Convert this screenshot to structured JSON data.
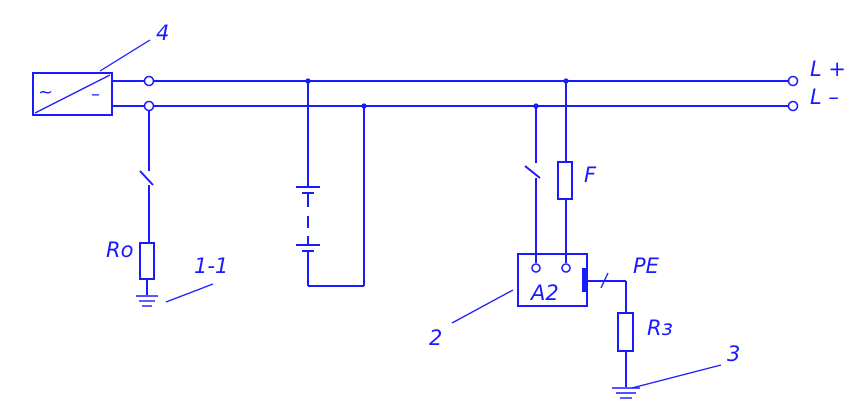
{
  "labels": {
    "converter_number": "4",
    "pos_rail": "L +",
    "neg_rail": "L –",
    "fuse": "F",
    "device": "A2",
    "protective_earth": "PE",
    "neutral_resistor": "Ro",
    "earth_resistor": "Rз",
    "label_1_1": "1-1",
    "label_2": "2",
    "label_3": "3"
  },
  "converter_symbols": {
    "ac": "~",
    "dc": "–"
  },
  "colors": {
    "line": "#1a1aff",
    "background": "#ffffff"
  }
}
